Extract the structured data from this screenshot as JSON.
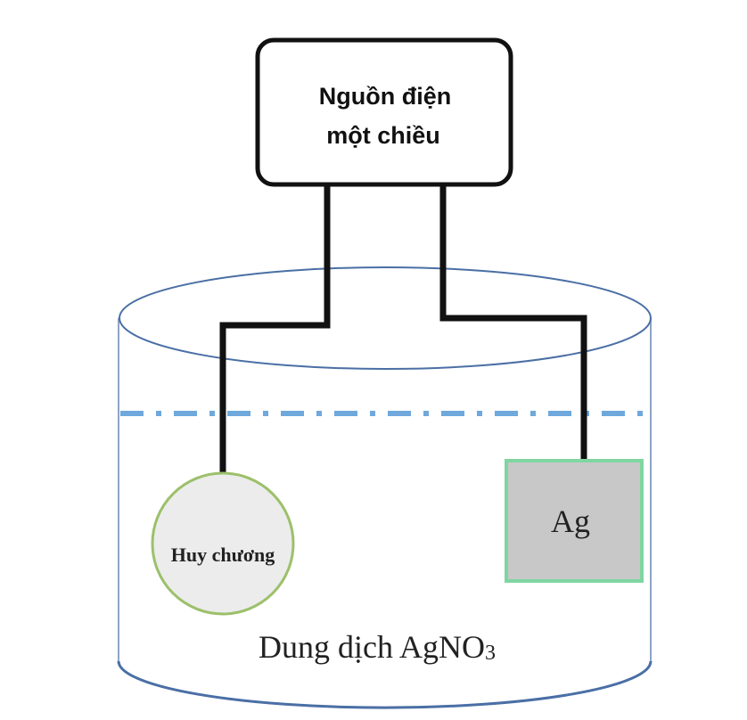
{
  "power_source": {
    "line1": "Nguồn điện",
    "line2": "một chiều"
  },
  "medal_label": "Huy chương",
  "anode_label": "Ag",
  "solution_label": "Dung dịch AgNO",
  "solution_subscript": "3",
  "colors": {
    "beaker": "#4a6fa5",
    "liquid_level": "#6fa8dc",
    "medal_fill": "#ececec",
    "medal_border": "#9cc06a",
    "silver_fill": "#c8c8c8",
    "silver_border": "#7fd6a0",
    "wire": "#111111"
  }
}
